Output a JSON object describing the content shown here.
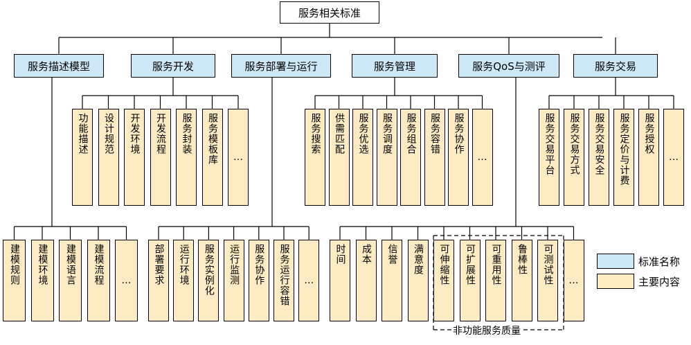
{
  "root": "服务相关标准",
  "categories": [
    "服务描述模型",
    "服务开发",
    "服务部署与运行",
    "服务管理",
    "服务QoS与测评",
    "服务交易"
  ],
  "dev_leaves": [
    "功能描述",
    "设计规范",
    "开发环境",
    "开发流程",
    "服务封装",
    "服务模板库",
    "…"
  ],
  "mgmt_leaves": [
    "服务搜索",
    "供需匹配",
    "服务优选",
    "服务调度",
    "服务组合",
    "服务容错",
    "服务协作",
    "…"
  ],
  "trade_leaves": [
    "服务交易平台",
    "服务交易方式",
    "服务交易安全",
    "服务定价与计费",
    "服务授权",
    "…"
  ],
  "model_leaves": [
    "建模规则",
    "建模环境",
    "建模语言",
    "建模流程",
    "…"
  ],
  "deploy_leaves": [
    "部署要求",
    "运行环境",
    "服务实例化",
    "运行监测",
    "服务协作",
    "服务运行容错",
    "…"
  ],
  "qos_leaves": [
    "时间",
    "成本",
    "信誉",
    "满意度",
    "可伸缩性",
    "可扩展性",
    "可重用性",
    "鲁棒性",
    "可测试性",
    "…"
  ],
  "nonfunctional_label": "非功能服务质量",
  "legend": {
    "standard": "标准名称",
    "content": "主要内容"
  },
  "colors": {
    "category_fill": "#cde8f7",
    "content_fill": "#fdebc4",
    "line": "#000000"
  }
}
